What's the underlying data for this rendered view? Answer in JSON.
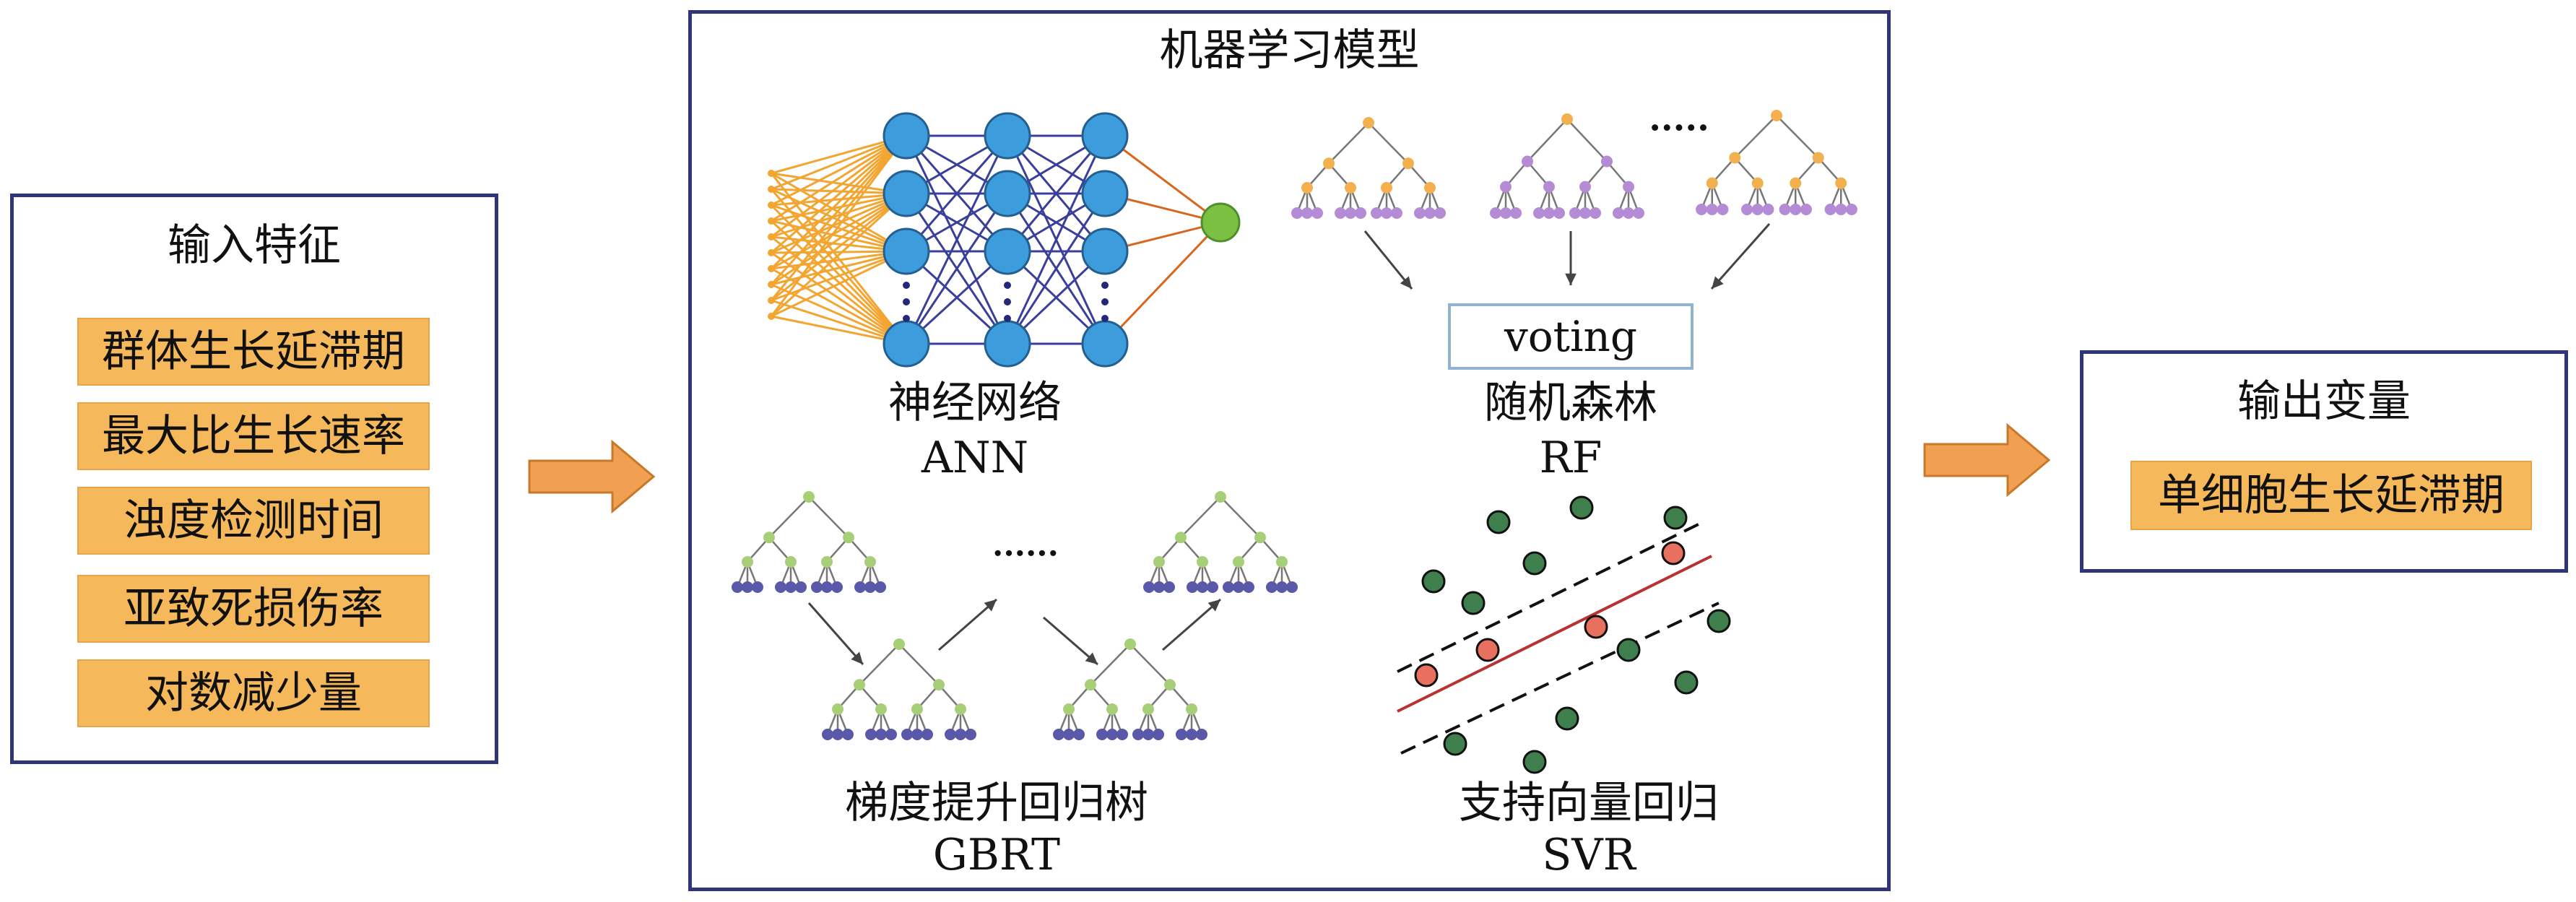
{
  "input_panel": {
    "title": "输入特征",
    "features": [
      "群体生长延滞期",
      "最大比生长速率",
      "浊度检测时间",
      "亚致死损伤率",
      "对数减少量"
    ]
  },
  "model_panel": {
    "title": "机器学习模型",
    "ann": {
      "name": "神经网络",
      "abbr": "ANN"
    },
    "rf": {
      "name": "随机森林",
      "abbr": "RF",
      "voting": "voting",
      "dots": "·····"
    },
    "gbrt": {
      "name": "梯度提升回归树",
      "abbr": "GBRT",
      "dots": "······"
    },
    "svr": {
      "name": "支持向量回归",
      "abbr": "SVR"
    }
  },
  "output_panel": {
    "title": "输出变量",
    "target": "单细胞生长延滞期"
  },
  "colors": {
    "frame": "#2e3578",
    "feature_fill": "#f5b85a",
    "arrow_fill": "#f0a050",
    "ann_node": "#3d9ddc",
    "ann_output": "#7bc043",
    "ann_input_lines": "#f2a631",
    "tree_node_purple": "#b48bd4",
    "tree_node_orange": "#f2b04e",
    "gbrt_node_blue": "#5a58a8",
    "gbrt_node_green": "#a7cf78",
    "svr_green": "#3f7f4d",
    "svr_red": "#e8705e",
    "svr_line": "#b83232"
  }
}
